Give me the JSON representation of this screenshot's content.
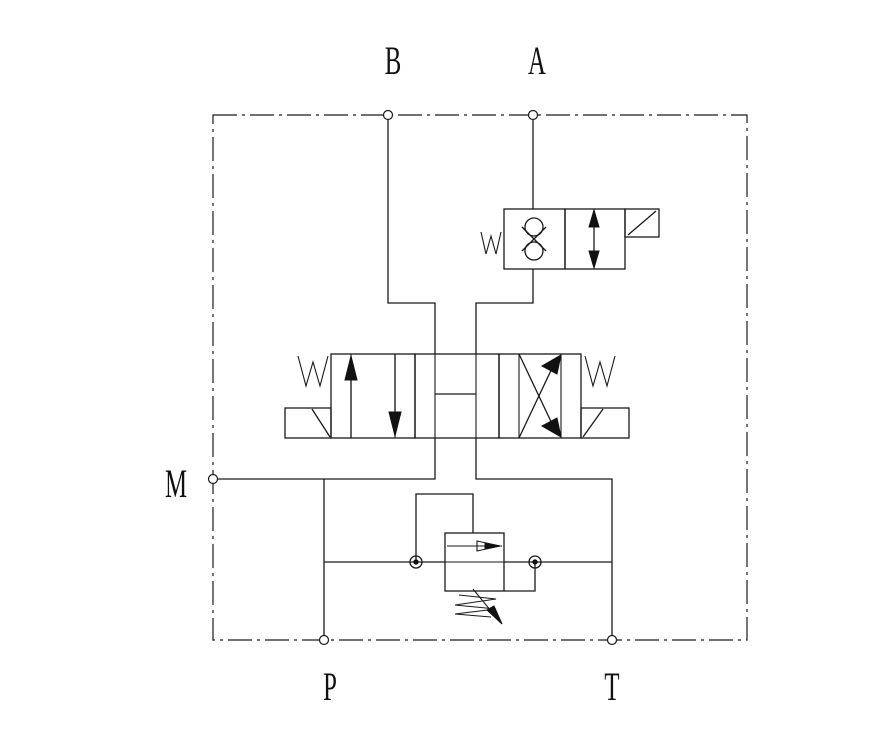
{
  "ports": {
    "B": "B",
    "A": "A",
    "M": "M",
    "P": "P",
    "T": "T"
  },
  "colors": {
    "line": "#1a1a1a",
    "background": "#ffffff"
  }
}
